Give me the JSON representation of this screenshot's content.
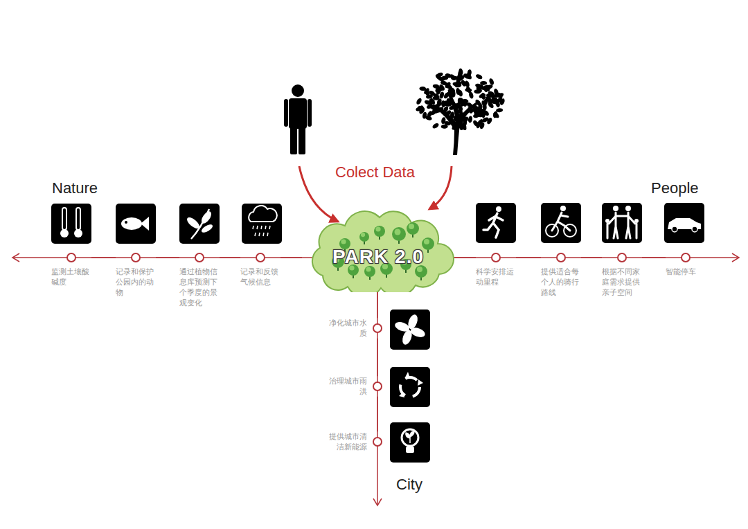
{
  "diagram": {
    "nodes": [
      {
        "text": [
          "监测土壤酸碱度"
        ]
      },
      {
        "text": [
          "记录和保护公园内的动物"
        ]
      },
      {
        "text": [
          "通过植物信息库预测下个季度的景观变化"
        ]
      },
      {
        "text": [
          "记录和反馈气候信息"
        ]
      },
      {
        "text": [
          "PARK 2.0"
        ]
      },
      {
        "text": [
          "科学安排运动里程"
        ]
      },
      {
        "text": [
          "提供适合每个人的骑行路线"
        ]
      },
      {
        "text": [
          "根据不同家庭需求提供亲子空间"
        ]
      },
      {
        "text": [
          "智能停车"
        ]
      },
      {
        "text": [
          "净化城市水质"
        ]
      },
      {
        "text": [
          "治理城市雨洪"
        ]
      },
      {
        "text": [
          "提供城市清洁新能源"
        ]
      }
    ],
    "edges": [
      {
        "from": 4,
        "to": 3,
        "arrow": "none"
      },
      {
        "from": 3,
        "to": 2,
        "arrow": "none"
      },
      {
        "from": 2,
        "to": 1,
        "arrow": "none"
      },
      {
        "from": 1,
        "to": 0,
        "arrow": "none"
      },
      {
        "from": 4,
        "to": 5,
        "arrow": "none"
      },
      {
        "from": 5,
        "to": 6,
        "arrow": "none"
      },
      {
        "from": 6,
        "to": 7,
        "arrow": "none"
      },
      {
        "from": 7,
        "to": 8,
        "arrow": "none"
      },
      {
        "from": 4,
        "to": 9,
        "arrow": "none"
      },
      {
        "from": 9,
        "to": 10,
        "arrow": "none"
      },
      {
        "from": 10,
        "to": 11,
        "arrow": "none"
      }
    ],
    "labels": [
      "Colect Data",
      "Nature",
      "People",
      "City"
    ]
  }
}
